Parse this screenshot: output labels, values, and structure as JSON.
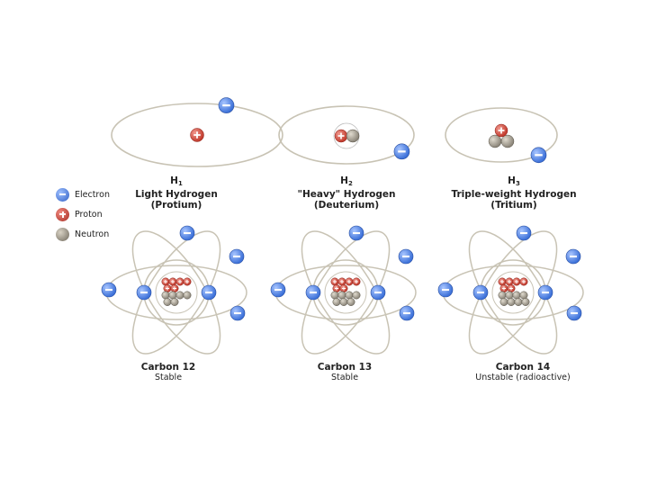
{
  "legend": {
    "electron": "Electron",
    "proton": "Proton",
    "neutron": "Neutron"
  },
  "colors": {
    "electron": "#3a6fd8",
    "proton": "#c0392b",
    "neutron": "#8a8478",
    "orbit": "#c8c3b4"
  },
  "hydrogen": [
    {
      "symbol": "H",
      "mass": "1",
      "name": "Light Hydrogen",
      "alt": "(Protium)",
      "protons": 1,
      "neutrons": 0
    },
    {
      "symbol": "H",
      "mass": "2",
      "name": "\"Heavy\" Hydrogen",
      "alt": "(Deuterium)",
      "protons": 1,
      "neutrons": 1
    },
    {
      "symbol": "H",
      "mass": "3",
      "name": "Triple-weight Hydrogen",
      "alt": "(Tritium)",
      "protons": 1,
      "neutrons": 2
    }
  ],
  "carbon": [
    {
      "name": "Carbon 12",
      "status": "Stable",
      "protons": 6,
      "neutrons": 6,
      "electrons": 6
    },
    {
      "name": "Carbon 13",
      "status": "Stable",
      "protons": 6,
      "neutrons": 7,
      "electrons": 6
    },
    {
      "name": "Carbon 14",
      "status": "Unstable (radioactive)",
      "protons": 6,
      "neutrons": 8,
      "electrons": 6
    }
  ]
}
